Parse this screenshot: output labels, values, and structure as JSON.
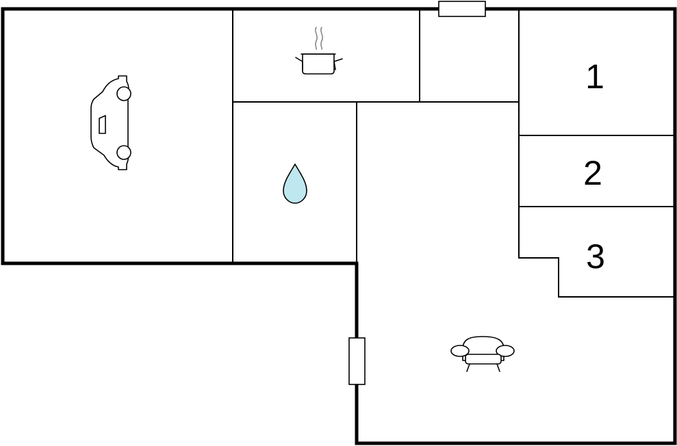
{
  "plan": {
    "rooms": [
      {
        "id": "garage",
        "icon": "car-icon"
      },
      {
        "id": "kitchen",
        "icon": "cooking-pot-icon"
      },
      {
        "id": "utility",
        "icon": "none"
      },
      {
        "id": "bathroom",
        "icon": "water-drop-icon"
      },
      {
        "id": "living-room",
        "icon": "sofa-icon"
      },
      {
        "id": "bedroom-1",
        "label": "1"
      },
      {
        "id": "bedroom-2",
        "label": "2"
      },
      {
        "id": "bedroom-3",
        "label": "3"
      }
    ],
    "windows": [
      "window-top",
      "window-left"
    ],
    "colors": {
      "wall": "#000000",
      "background": "#ffffff",
      "water": "#bfe7ef",
      "steam": "#888888"
    }
  }
}
